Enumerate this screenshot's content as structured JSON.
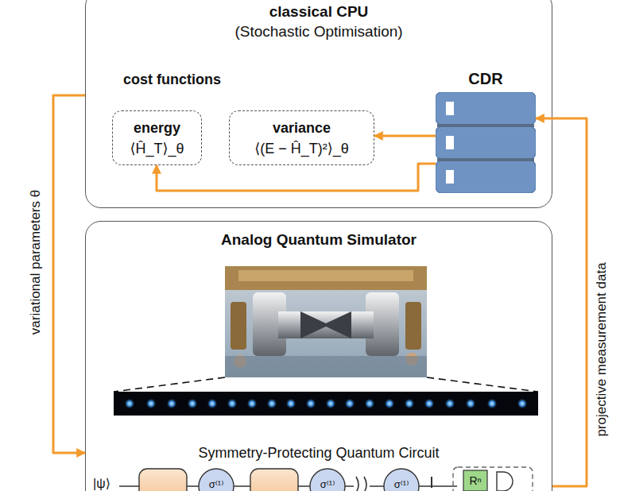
{
  "diagram": {
    "nodes": [
      {
        "text": [
          "classical CPU",
          "(Stochastic Optimisation)"
        ]
      },
      {
        "text": [
          "energy",
          "⟨Ĥ_T⟩_θ"
        ],
        "in": 0
      },
      {
        "text": [
          "variance",
          "⟨(E − Ĥ_T)²⟩_θ"
        ],
        "in": 0
      },
      {
        "text": [
          "CDR"
        ],
        "in": 0
      },
      {
        "text": [
          "Analog Quantum Simulator"
        ]
      }
    ],
    "edges": [
      {
        "from": 3,
        "to": 2,
        "arrow": "to"
      },
      {
        "from": 3,
        "to": 1,
        "arrow": "to"
      },
      {
        "from": 4,
        "to": 3,
        "arrow": "to",
        "label": "projective measurement data"
      },
      {
        "from": 0,
        "to": 4,
        "arrow": "to",
        "label": "variational parameters θ"
      }
    ],
    "labels": [
      "cost functions",
      "Symmetry-Protecting Quantum Circuit",
      "|ψ⟩",
      "σ⁽¹⁾",
      "σ⁽¹⁾",
      "σ⁽¹⁾",
      "Rⁿ"
    ]
  }
}
